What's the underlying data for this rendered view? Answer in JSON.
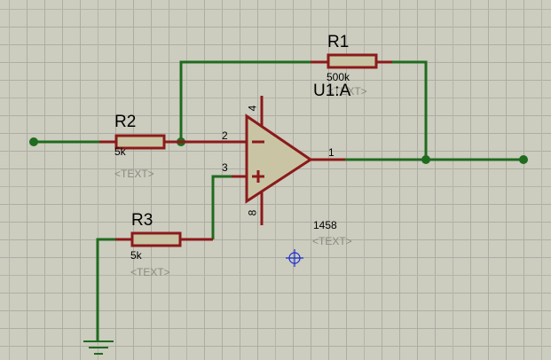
{
  "colors": {
    "wire": "#1f6b1f",
    "component": "#8b1a1a",
    "body_fill": "#c9c5a4",
    "grid": "#b4b4a8"
  },
  "components": {
    "r1": {
      "ref": "R1",
      "value": "500k",
      "text": "<TEXT>"
    },
    "r2": {
      "ref": "R2",
      "value": "5k",
      "text": "<TEXT>"
    },
    "r3": {
      "ref": "R3",
      "value": "5k",
      "text": "<TEXT>"
    },
    "u1": {
      "ref": "U1:A",
      "value": "1458",
      "text": "<TEXT>",
      "pins": {
        "inv": "2",
        "noninv": "3",
        "out": "1",
        "vpos": "4",
        "vneg": "8"
      }
    }
  }
}
